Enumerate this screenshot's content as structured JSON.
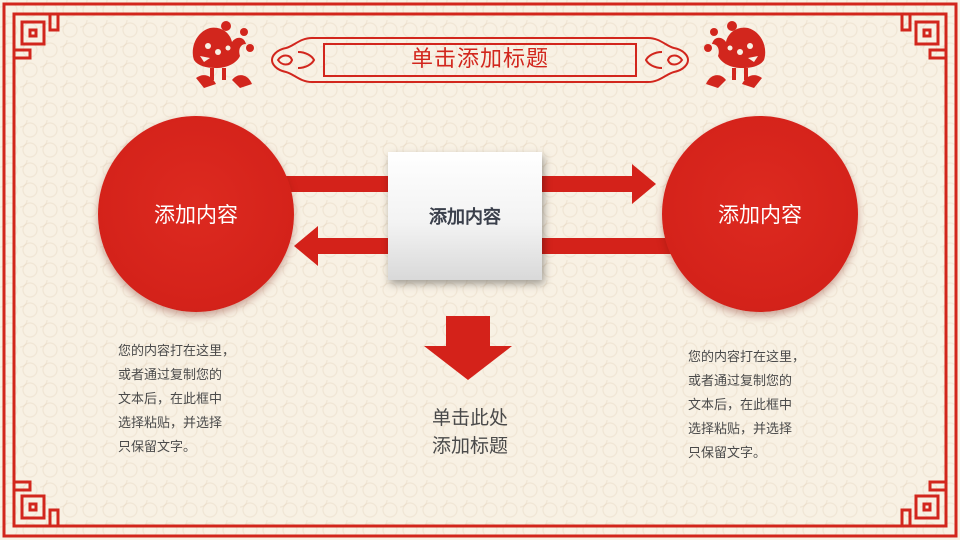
{
  "slide": {
    "title": "单击添加标题",
    "left_circle_label": "添加内容",
    "center_box_label": "添加内容",
    "right_circle_label": "添加内容",
    "left_paragraph": "您的内容打在这里，\n或者通过复制您的\n文本后，在此框中\n选择粘贴，并选择\n只保留文字。",
    "right_paragraph": "您的内容打在这里，\n或者通过复制您的\n文本后，在此框中\n选择粘贴，并选择\n只保留文字。",
    "bottom_caption": "单击此处\n添加标题"
  },
  "colors": {
    "accent_red": "#d2261d",
    "background": "#f8f1e4",
    "text_gray": "#4a4a4a"
  },
  "icons": {
    "top_left": "rooster-papercut-icon",
    "top_right": "rooster-papercut-icon",
    "down_arrow": "down-arrow-icon"
  }
}
